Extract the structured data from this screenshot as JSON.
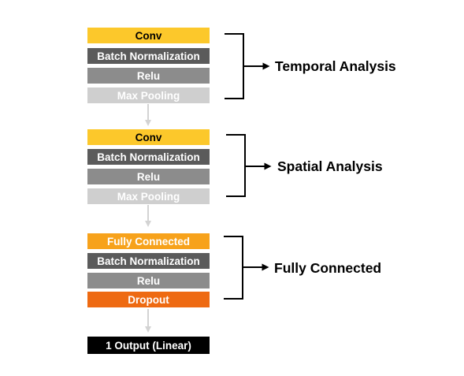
{
  "colors": {
    "conv": "#FCC82B",
    "batchnorm": "#5B5B5B",
    "relu": "#8C8C8C",
    "maxpool": "#CFCFCF",
    "fully_connected": "#F7A21B",
    "dropout": "#EE6A12",
    "output": "#000000",
    "connector": "#D3D3D3",
    "bracket": "#000000"
  },
  "block1": {
    "label": "Temporal Analysis",
    "layers": [
      "Conv",
      "Batch Normalization",
      "Relu",
      "Max Pooling"
    ]
  },
  "block2": {
    "label": "Spatial Analysis",
    "layers": [
      "Conv",
      "Batch Normalization",
      "Relu",
      "Max Pooling"
    ]
  },
  "block3": {
    "label": "Fully Connected",
    "layers": [
      "Fully Connected",
      "Batch Normalization",
      "Relu",
      "Dropout"
    ]
  },
  "output_layer": "1 Output (Linear)"
}
